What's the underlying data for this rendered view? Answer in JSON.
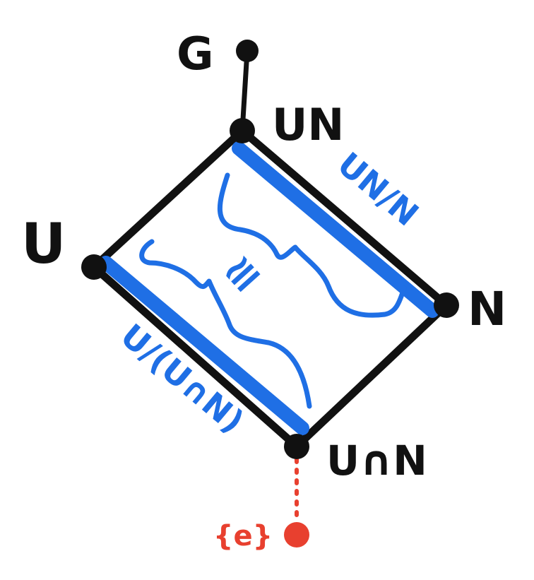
{
  "colors": {
    "ink": "#111111",
    "accent": "#1f6fe5",
    "highlight": "#e8402f",
    "background": "#ffffff"
  },
  "nodes": {
    "G": "G",
    "UN": "UN",
    "U": "U",
    "N": "N",
    "UcapN": "U∩N",
    "e": "{e}"
  },
  "edge_labels": {
    "UN_over_N": "UN/N",
    "U_over_UcapN": "U/(U∩N)",
    "iso": "≅"
  }
}
